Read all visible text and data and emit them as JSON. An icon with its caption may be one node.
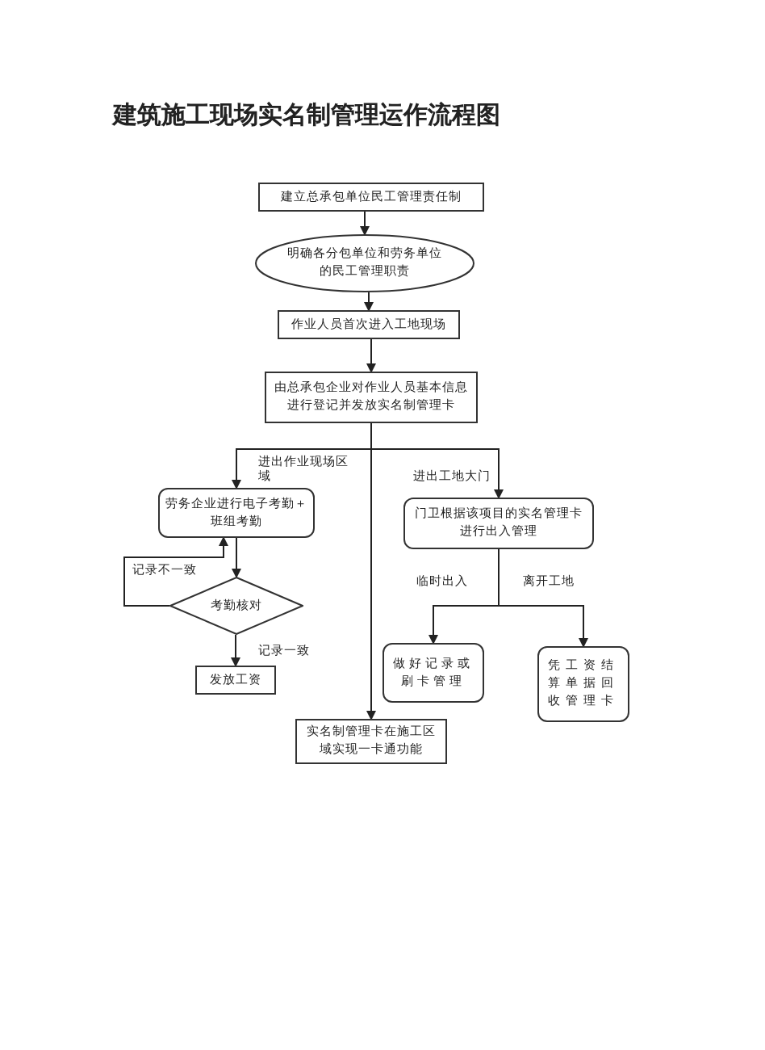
{
  "diagram": {
    "title": "建筑施工现场实名制管理运作流程图",
    "nodes": [
      {
        "text": [
          "建立总承包单位民工管理责任制"
        ]
      },
      {
        "text": [
          "明确各分包单位和劳务单位的民工管理职责"
        ]
      },
      {
        "text": [
          "作业人员首次进入工地现场"
        ]
      },
      {
        "text": [
          "由总承包企业对作业人员基本信息进行登记并发放实名制管理卡"
        ]
      },
      {
        "text": [
          "劳务企业进行电子考勤＋班组考勤"
        ]
      },
      {
        "text": [
          "门卫根据该项目的实名管理卡进行出入管理"
        ]
      },
      {
        "text": [
          "考勤核对"
        ]
      },
      {
        "text": [
          "发放工资"
        ]
      },
      {
        "text": [
          "做好记录或刷卡管理"
        ]
      },
      {
        "text": [
          "凭工资结算单据回收管理卡"
        ]
      },
      {
        "text": [
          "实名制管理卡在施工区域实现一卡通功能"
        ]
      }
    ],
    "edges": [
      {
        "from": 0,
        "to": 1,
        "arrow": "to"
      },
      {
        "from": 1,
        "to": 2,
        "arrow": "to"
      },
      {
        "from": 2,
        "to": 3,
        "arrow": "to"
      },
      {
        "from": 3,
        "to": 4,
        "arrow": "to",
        "label": "进出作业现场区域"
      },
      {
        "from": 3,
        "to": 5,
        "arrow": "to",
        "label": "进出工地大门"
      },
      {
        "from": 3,
        "to": 10,
        "arrow": "to"
      },
      {
        "from": 4,
        "to": 6,
        "arrow": "to"
      },
      {
        "from": 6,
        "to": 4,
        "arrow": "to",
        "label": "记录不一致"
      },
      {
        "from": 6,
        "to": 7,
        "arrow": "to",
        "label": "记录一致"
      },
      {
        "from": 5,
        "to": 8,
        "arrow": "to",
        "label": "临时出入"
      },
      {
        "from": 5,
        "to": 9,
        "arrow": "to",
        "label": "离开工地"
      }
    ]
  }
}
